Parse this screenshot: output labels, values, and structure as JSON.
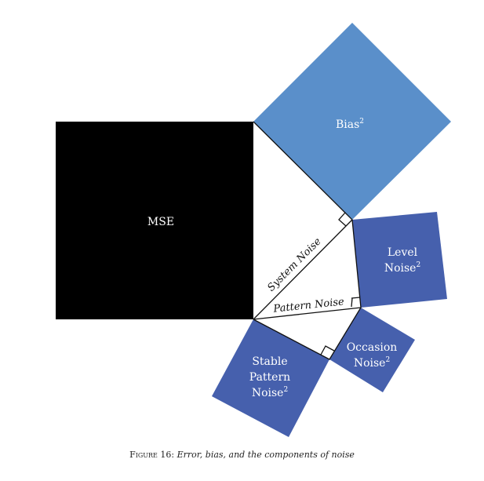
{
  "squares": {
    "mse": {
      "label": "MSE",
      "color": "#000000"
    },
    "bias": {
      "label": "Bias",
      "sup": "2",
      "color": "#5a8fca"
    },
    "level": {
      "line1": "Level",
      "line2": "Noise",
      "sup": "2",
      "color": "#4660ad"
    },
    "occasion": {
      "line1": "Occasion",
      "line2": "Noise",
      "sup": "2",
      "color": "#4660ad"
    },
    "stable": {
      "line1": "Stable",
      "line2": "Pattern",
      "line3": "Noise",
      "sup": "2",
      "color": "#4660ad"
    }
  },
  "edges": {
    "system": "System Noise",
    "pattern": "Pattern Noise"
  },
  "caption": {
    "figure": "Figure 16:",
    "text": "Error, bias, and the components of noise"
  }
}
